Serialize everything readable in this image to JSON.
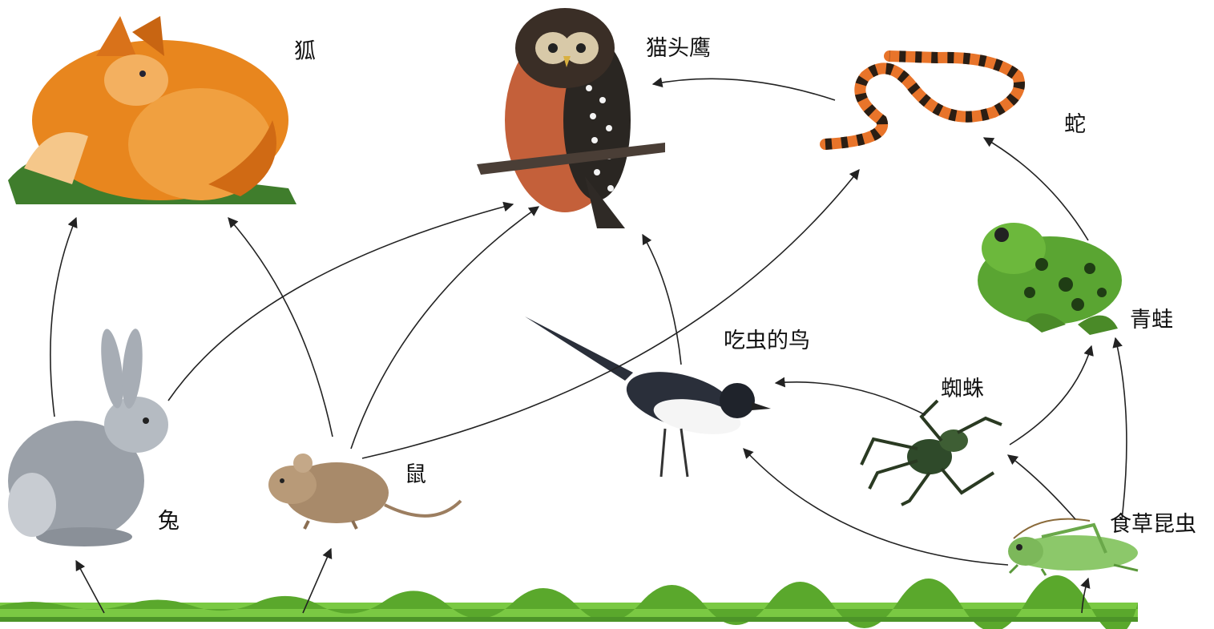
{
  "organisms": {
    "fox": "狐",
    "owl": "猫头鹰",
    "snake": "蛇",
    "frog": "青蛙",
    "bird": "吃虫的鸟",
    "spider": "蜘蛛",
    "rabbit": "兔",
    "mouse": "鼠",
    "insect": "食草昆虫"
  },
  "links": [
    {
      "from": "grass",
      "to": "rabbit"
    },
    {
      "from": "grass",
      "to": "mouse"
    },
    {
      "from": "grass",
      "to": "insect"
    },
    {
      "from": "rabbit",
      "to": "fox"
    },
    {
      "from": "rabbit",
      "to": "owl"
    },
    {
      "from": "mouse",
      "to": "fox"
    },
    {
      "from": "mouse",
      "to": "owl"
    },
    {
      "from": "mouse",
      "to": "snake"
    },
    {
      "from": "bird",
      "to": "owl"
    },
    {
      "from": "snake",
      "to": "owl"
    },
    {
      "from": "frog",
      "to": "snake"
    },
    {
      "from": "spider",
      "to": "bird"
    },
    {
      "from": "spider",
      "to": "frog"
    },
    {
      "from": "insect",
      "to": "bird"
    },
    {
      "from": "insect",
      "to": "spider"
    },
    {
      "from": "insect",
      "to": "frog"
    }
  ],
  "colors": {
    "arrow": "#222222",
    "grass": "#6fbf3a",
    "fox": "#e8861e",
    "owl": "#4a3a2c",
    "snake": "#e8742a",
    "frog": "#4f9a2e",
    "bird": "#2a2f3a",
    "spider": "#2f4a2a",
    "rabbit": "#9aa0a8",
    "mouse": "#a88a6a",
    "insect": "#8cc86a"
  }
}
